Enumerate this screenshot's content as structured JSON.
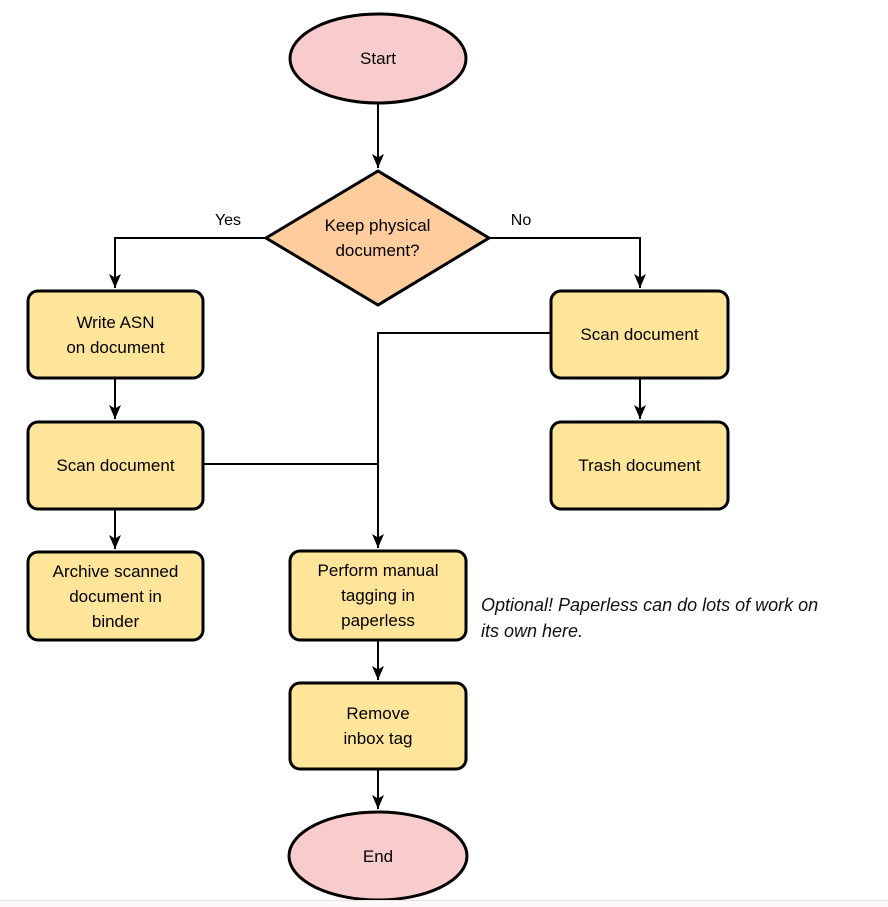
{
  "flowchart": {
    "nodes": {
      "start": "Start",
      "decision": "Keep physical\ndocument?",
      "write_asn": "Write ASN\non document",
      "scan_document_left": "Scan document",
      "archive": "Archive scanned\ndocument in\nbinder",
      "scan_document_right": "Scan document",
      "trash": "Trash document",
      "manual_tagging": "Perform manual\ntagging in\npaperless",
      "remove_inbox_tag": "Remove\ninbox tag",
      "end": "End"
    },
    "edge_labels": {
      "yes": "Yes",
      "no": "No"
    },
    "annotation": "Optional! Paperless can do lots of work on\nits own here.",
    "colors": {
      "terminator_fill": "#F8CCCC",
      "decision_fill": "#FFCC9E",
      "process_fill": "#FFE599",
      "stroke": "#000000"
    }
  }
}
